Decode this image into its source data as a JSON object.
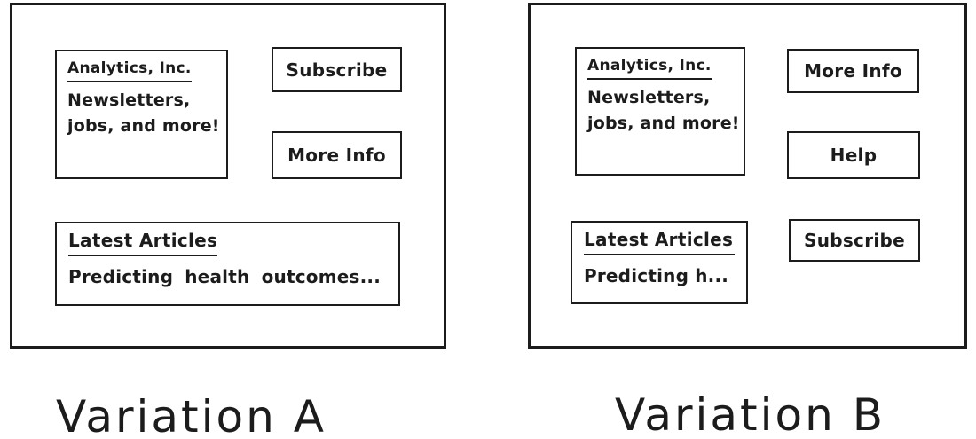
{
  "ink_color": "#1c1c1c",
  "background_color": "#ffffff",
  "variations": [
    {
      "id": "A",
      "label": "Variation A",
      "brand": {
        "title": "Analytics, Inc.",
        "lines": [
          "Newsletters,",
          "jobs, and more!"
        ]
      },
      "buttons": {
        "subscribe": "Subscribe",
        "more_info": "More Info"
      },
      "articles": {
        "title": "Latest Articles",
        "preview": "Predicting health outcomes..."
      }
    },
    {
      "id": "B",
      "label": "Variation B",
      "brand": {
        "title": "Analytics, Inc.",
        "lines": [
          "Newsletters,",
          "jobs, and more!"
        ]
      },
      "buttons": {
        "more_info": "More Info",
        "help": "Help",
        "subscribe": "Subscribe"
      },
      "articles": {
        "title": "Latest Articles",
        "preview": "Predicting h..."
      }
    }
  ]
}
